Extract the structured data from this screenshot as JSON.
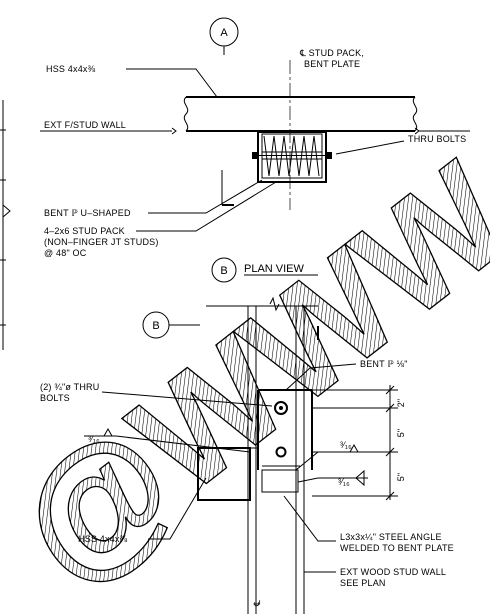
{
  "section_a": {
    "marker": "A",
    "hss_label": "HSS 4x4x⅜",
    "stud_pack_line1": "℄ STUD PACK,",
    "stud_pack_line2": "BENT PLATE",
    "ext_wall_label": "EXT F/STUD WALL",
    "thru_bolts_label": "THRU BOLTS",
    "bent_plate_label": "BENT ℙ U–SHAPED",
    "stud_pack_desc_line1": "4–2x6 STUD PACK",
    "stud_pack_desc_line2": "(NON–FINGER JT STUDS)",
    "stud_pack_desc_line3": "@ 48\" OC"
  },
  "plan_view": {
    "marker": "B",
    "title": "PLAN VIEW",
    "section_marker": "B",
    "bent_plate_label": "BENT ℙ ⅛\"",
    "bolts_line1": "(2) ¾\"ø THRU",
    "bolts_line2": "BOLTS",
    "weld_left": "³⁄₁₆",
    "weld_right_top": "³⁄₁₆",
    "weld_right_bottom": "³⁄₁₆",
    "dim_top": "2\"",
    "dim_mid": "5\"",
    "dim_bottom": "5\"",
    "hss_label": "HSS 4x4x⅜",
    "angle_line1": "L3x3x¼\" STEEL ANGLE",
    "angle_line2": "WELDED TO BENT PLATE",
    "wall_line1": "EXT WOOD STUD WALL",
    "wall_line2": "SEE PLAN",
    "cl_mark": "℄"
  },
  "watermark": {
    "text": "@WWW"
  }
}
